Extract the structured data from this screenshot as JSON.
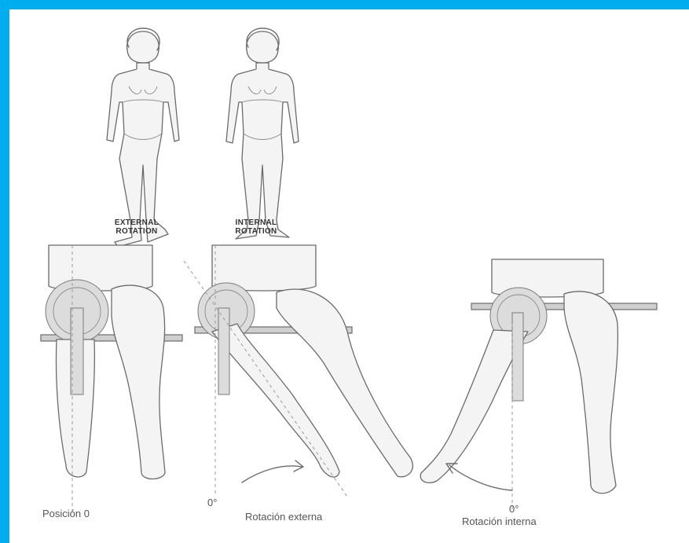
{
  "figure": {
    "border_color": "#00aeef",
    "caption_external": "EXTERNAL\nROTATION",
    "caption_internal": "INTERNAL\nROTATION",
    "label_position_zero": "Posición 0",
    "label_zero_deg_1": "0°",
    "label_external": "Rotación externa",
    "label_zero_deg_2": "0°",
    "label_internal": "Rotación interna"
  }
}
